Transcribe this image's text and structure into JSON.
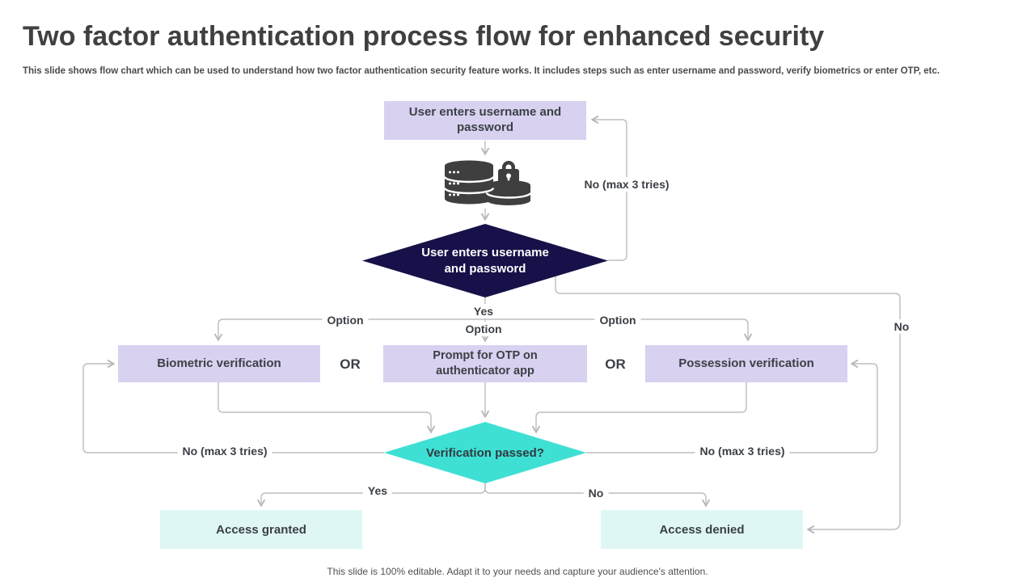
{
  "slide": {
    "title": "Two factor authentication process flow for enhanced security",
    "subtitle": "This slide shows flow chart which can be used to understand how two factor authentication security feature works. It includes steps such as enter username and password, verify biometrics or enter OTP,  etc.",
    "footer": "This slide is 100% editable. Adapt it to your needs and capture your audience's attention."
  },
  "colors": {
    "lavender": "#d8d1f0",
    "navy": "#171149",
    "teal": "#3ee0d4",
    "palecyan": "#def7f5",
    "line": "#bdbdc1",
    "ink": "#3c4046",
    "title": "#404040"
  },
  "flow": {
    "nodes": {
      "start_box": "User enters username and password",
      "credentials_icon": "database-lock-icon",
      "decision_credentials": "User enters username and password",
      "biometric_box": "Biometric verification",
      "otp_box": "Prompt for OTP on authenticator app",
      "possession_box": "Possession verification",
      "decision_verification": "Verification passed?",
      "granted_box": "Access granted",
      "denied_box": "Access denied"
    },
    "labels": {
      "retry_top": "No (max 3 tries)",
      "yes_1": "Yes",
      "option_center": "Option",
      "option_left": "Option",
      "option_right": "Option",
      "or_left": "OR",
      "or_right": "OR",
      "no_right": "No",
      "retry_left": "No (max 3 tries)",
      "retry_right": "No (max 3 tries)",
      "yes_2": "Yes",
      "no_2": "No"
    }
  }
}
